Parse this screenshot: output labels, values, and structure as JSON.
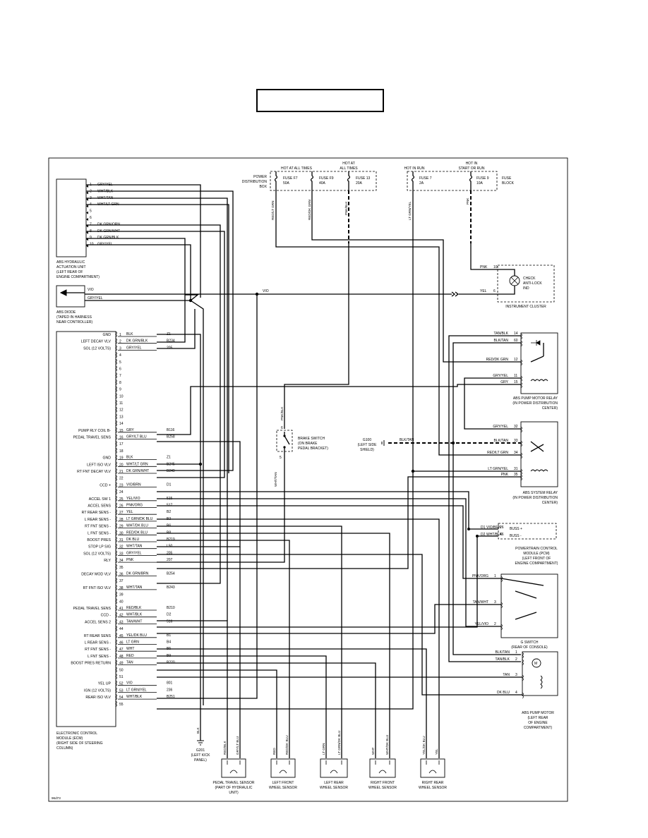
{
  "header": {
    "box_text": ""
  },
  "power": {
    "pdb_label": [
      "POWER",
      "DISTRIBUTION",
      "BOX"
    ],
    "hot_at_all_times_1": "HOT AT ALL TIMES",
    "hot_at_all_times_2": [
      "HOT AT",
      "ALL TIMES"
    ],
    "hot_in_run": "HOT IN RUN",
    "hot_in_start_run": [
      "HOT IN",
      "START OR RUN"
    ],
    "fuse_block_label": [
      "FUSE",
      "BLOCK"
    ],
    "fuses": [
      {
        "name": "FUSE F7",
        "rating": "50A",
        "wire": "RED/LT GRN"
      },
      {
        "name": "FUSE F9",
        "rating": "40A",
        "wire": "RED/DK GRN"
      },
      {
        "name": "FUSE 13",
        "rating": "20A",
        "wire": "PNK/BLK"
      },
      {
        "name": "FUSE 7",
        "rating": "2A",
        "wire": "LT GRN/YEL"
      },
      {
        "name": "FUSE 9",
        "rating": "10A",
        "wire": "PNK"
      }
    ]
  },
  "hcu": {
    "title": [
      "ABS HYDRAULIC",
      "ACTUATION UNIT",
      "(LEFT REAR OF",
      "ENGINE COMPARTMENT)"
    ],
    "pins": [
      {
        "n": "1",
        "wire": "GRY/YEL"
      },
      {
        "n": "2",
        "wire": "WHT/BLK"
      },
      {
        "n": "3",
        "wire": "WHT/TAN"
      },
      {
        "n": "4",
        "wire": "WHT/LT GRN"
      },
      {
        "n": "5",
        "wire": ""
      },
      {
        "n": "6",
        "wire": ""
      },
      {
        "n": "7",
        "wire": "DK GRN/ORN"
      },
      {
        "n": "8",
        "wire": "DK GRN/WHT"
      },
      {
        "n": "9",
        "wire": "DK GRN/BLK"
      },
      {
        "n": "10",
        "wire": "GRY/YEL"
      }
    ]
  },
  "diode": {
    "title": [
      "ABS DIODE",
      "(TAPED IN HARNESS",
      "NEAR CONTROLLER)"
    ],
    "w1": "VIO",
    "w2": "GRY/YEL",
    "vio_mid": "VIO"
  },
  "ecm": {
    "title": [
      "ELECTRONIC CONTROL",
      "MODULE (ECM)",
      "(RIGHT SIDE OF STEERING",
      "COLUMN)"
    ],
    "pins": [
      {
        "n": "1",
        "fn": "GND",
        "wire": "BLK",
        "ckt": "Z1"
      },
      {
        "n": "2",
        "fn": "LEFT DECAY VLV",
        "wire": "DK GRN/BLK",
        "ckt": "B234"
      },
      {
        "n": "3",
        "fn": "SOL (12 VOLTS)",
        "wire": "GRY/YEL",
        "ckt": "205"
      },
      {
        "n": "4",
        "fn": "",
        "wire": "",
        "ckt": ""
      },
      {
        "n": "5",
        "fn": "",
        "wire": "",
        "ckt": ""
      },
      {
        "n": "6",
        "fn": "",
        "wire": "",
        "ckt": ""
      },
      {
        "n": "7",
        "fn": "",
        "wire": "",
        "ckt": ""
      },
      {
        "n": "8",
        "fn": "",
        "wire": "",
        "ckt": ""
      },
      {
        "n": "9",
        "fn": "",
        "wire": "",
        "ckt": ""
      },
      {
        "n": "10",
        "fn": "",
        "wire": "",
        "ckt": ""
      },
      {
        "n": "11",
        "fn": "",
        "wire": "",
        "ckt": ""
      },
      {
        "n": "12",
        "fn": "",
        "wire": "",
        "ckt": ""
      },
      {
        "n": "13",
        "fn": "",
        "wire": "",
        "ckt": ""
      },
      {
        "n": "14",
        "fn": "",
        "wire": "",
        "ckt": ""
      },
      {
        "n": "15",
        "fn": "PUMP RLY COIL B-",
        "wire": "GRY",
        "ckt": "B116"
      },
      {
        "n": "16",
        "fn": "PEDAL TRAVEL SENS",
        "wire": "GRY/LT BLU",
        "ckt": "B258"
      },
      {
        "n": "17",
        "fn": "",
        "wire": "",
        "ckt": ""
      },
      {
        "n": "18",
        "fn": "",
        "wire": "",
        "ckt": ""
      },
      {
        "n": "19",
        "fn": "GND",
        "wire": "BLK",
        "ckt": "Z1"
      },
      {
        "n": "20",
        "fn": "LEFT ISO VLV",
        "wire": "WHT/LT GRN",
        "ckt": "B245"
      },
      {
        "n": "21",
        "fn": "RT FNT DECAY VLV",
        "wire": "DK GRN/WHT",
        "ckt": "B249"
      },
      {
        "n": "22",
        "fn": "",
        "wire": "",
        "ckt": ""
      },
      {
        "n": "23",
        "fn": "CCD +",
        "wire": "VIO/BRN",
        "ckt": "D1"
      },
      {
        "n": "24",
        "fn": "",
        "wire": "",
        "ckt": ""
      },
      {
        "n": "25",
        "fn": "ACCEL SW 1",
        "wire": "YEL/VIO",
        "ckt": "515"
      },
      {
        "n": "26",
        "fn": "ACCEL SENS",
        "wire": "PNK/ORG",
        "ckt": "517"
      },
      {
        "n": "27",
        "fn": "RT REAR SENS -",
        "wire": "YEL",
        "ckt": "B2"
      },
      {
        "n": "28",
        "fn": "L REAR SENS -",
        "wire": "LT GRN/DK BLU",
        "ckt": "B3"
      },
      {
        "n": "29",
        "fn": "RT FNT SENS -",
        "wire": "WHT/DK BLU",
        "ckt": "B6"
      },
      {
        "n": "30",
        "fn": "L FNT SENS -",
        "wire": "RED/DK BLU",
        "ckt": "B8"
      },
      {
        "n": "31",
        "fn": "BOOST PRES",
        "wire": "DK BLU",
        "ckt": "B219"
      },
      {
        "n": "32",
        "fn": "STOP LP SIG",
        "wire": "WHT/TAN",
        "ckt": "L50"
      },
      {
        "n": "33",
        "fn": "SOL (12 VOLTS)",
        "wire": "GRY/YEL",
        "ckt": "205"
      },
      {
        "n": "34",
        "fn": "RLY",
        "wire": "PNK",
        "ckt": "207"
      },
      {
        "n": "35",
        "fn": "",
        "wire": "",
        "ckt": ""
      },
      {
        "n": "36",
        "fn": "DECAY MOD VLV",
        "wire": "DK GRN/BRN",
        "ckt": "B254"
      },
      {
        "n": "37",
        "fn": "",
        "wire": "",
        "ckt": ""
      },
      {
        "n": "38",
        "fn": "RT FNT ISO VLV",
        "wire": "WHT/TAN",
        "ckt": "B243"
      },
      {
        "n": "39",
        "fn": "",
        "wire": "",
        "ckt": ""
      },
      {
        "n": "40",
        "fn": "",
        "wire": "",
        "ckt": ""
      },
      {
        "n": "41",
        "fn": "PEDAL TRAVEL SENS",
        "wire": "RED/BLK",
        "ckt": "B210"
      },
      {
        "n": "42",
        "fn": "CCD -",
        "wire": "WHT/BLK",
        "ckt": "D2"
      },
      {
        "n": "43",
        "fn": "ACCEL SENS 2",
        "wire": "TAN/WHT",
        "ckt": "516"
      },
      {
        "n": "44",
        "fn": "",
        "wire": "",
        "ckt": ""
      },
      {
        "n": "45",
        "fn": "RT REAR SENS",
        "wire": "YEL/DK BLU",
        "ckt": "B1"
      },
      {
        "n": "46",
        "fn": "L REAR SENS -",
        "wire": "LT GRN",
        "ckt": "B4"
      },
      {
        "n": "47",
        "fn": "RT FNT SENS -",
        "wire": "WHT",
        "ckt": "B5"
      },
      {
        "n": "48",
        "fn": "L FNT SENS -",
        "wire": "RED",
        "ckt": "B9"
      },
      {
        "n": "49",
        "fn": "BOOST PRES RETURN",
        "wire": "TAN",
        "ckt": "B220"
      },
      {
        "n": "50",
        "fn": "",
        "wire": "",
        "ckt": ""
      },
      {
        "n": "51",
        "fn": "",
        "wire": "",
        "ckt": ""
      },
      {
        "n": "52",
        "fn": "YEL UP",
        "wire": "VIO",
        "ckt": "801"
      },
      {
        "n": "53",
        "fn": "IGN (12 VOLTS)",
        "wire": "LT GRN/YEL",
        "ckt": "236"
      },
      {
        "n": "54",
        "fn": "REAR ISO VLV",
        "wire": "WHT/BLK",
        "ckt": "B251"
      },
      {
        "n": "55",
        "fn": "",
        "wire": "",
        "ckt": ""
      }
    ]
  },
  "cluster": {
    "title": "INSTRUMENT CLUSTER",
    "pin10": {
      "n": "10",
      "wire": "PNK"
    },
    "pin6": {
      "n": "6",
      "wire": "YEL"
    },
    "lamp": [
      "CHECK",
      "ANTI-LOCK",
      "IND"
    ]
  },
  "pump_relay": {
    "title": [
      "ABS PUMP MOTOR RELAY",
      "(IN POWER DISTRIBUTION",
      "CENTER)"
    ],
    "pins": [
      {
        "n": "14",
        "wire": "TAN/BLK"
      },
      {
        "n": "60",
        "wire": "BLK/TAN"
      },
      {
        "n": "12",
        "wire": "RED/DK GRN"
      },
      {
        "n": "11",
        "wire": "GRY/YEL"
      },
      {
        "n": "15",
        "wire": "GRY"
      }
    ]
  },
  "system_relay": {
    "title": [
      "ABS SYSTEM RELAY",
      "(IN POWER DISTRIBUTION",
      "CENTER)"
    ],
    "pins": [
      {
        "n": "32",
        "wire": "GRY/YEL"
      },
      {
        "n": "33",
        "wire": "BLK/TAN"
      },
      {
        "n": "34",
        "wire": "RED/LT GRN"
      },
      {
        "n": "31",
        "wire": "LT GRN/YEL"
      },
      {
        "n": "35",
        "wire": "PNK"
      }
    ]
  },
  "ground_g100": {
    "title": [
      "G100",
      "(LEFT SIDE",
      "SHIELD)"
    ],
    "wire": "BLK/TAN"
  },
  "brake_switch": {
    "title": [
      "BRAKE SWITCH",
      "(ON BRAKE",
      "PEDAL BRACKET)"
    ],
    "w_top": "PNK/BLK",
    "w_bot": "WHT/TAN",
    "pin6": "6",
    "pin5": "5"
  },
  "pcm": {
    "title": [
      "POWERTRAIN CONTROL",
      "MODULE (PCM)",
      "(LEFT FRONT OF",
      "ENGINE COMPARTMENT)"
    ],
    "rows": [
      {
        "ckt": "D1",
        "wire": "VIO/BRN",
        "n": "26",
        "fn": "BUSS +"
      },
      {
        "ckt": "D2",
        "wire": "WHT/BLK",
        "n": "46",
        "fn": "BUSS -"
      }
    ]
  },
  "gswitch": {
    "title": [
      "G SWITCH",
      "(REAR OF CONSOLE)"
    ],
    "pins": [
      {
        "n": "1",
        "wire": "PNK/ORG"
      },
      {
        "n": "3",
        "wire": "TAN/WHT"
      },
      {
        "n": "2",
        "wire": "YEL/VIO"
      }
    ]
  },
  "pump_motor": {
    "title": [
      "ABS PUMP MOTOR",
      "(LEFT REAR",
      "OF ENGINE",
      "COMPARTMENT)"
    ],
    "pins": [
      {
        "n": "1",
        "wire": "BLK/TAN"
      },
      {
        "n": "2",
        "wire": "TAN/BLK"
      },
      {
        "n": "3",
        "wire": "TAN"
      },
      {
        "n": "4",
        "wire": "DK BLU"
      }
    ]
  },
  "g201": {
    "title": [
      "G201",
      "(LEFT KICK",
      "PANEL)"
    ],
    "wire": "BLK"
  },
  "sensors": [
    {
      "title": [
        "PEDAL TRAVEL SENSOR",
        "(PART OF HYDRAULIC",
        "UNIT)"
      ],
      "w1": "RED/BLK",
      "w2": "GRY/LT BLU"
    },
    {
      "title": [
        "LEFT FRONT",
        "WHEEL SENSOR"
      ],
      "w1": "RED",
      "w2": "RED/DK BLU"
    },
    {
      "title": [
        "LEFT REAR",
        "WHEEL SENSOR"
      ],
      "w1": "LT GRN",
      "w2": "LT GRN/DK BLU"
    },
    {
      "title": [
        "RIGHT FRONT",
        "WHEEL SENSOR"
      ],
      "w1": "WHT",
      "w2": "WHT/DK BLU"
    },
    {
      "title": [
        "RIGHT REAR",
        "WHEEL SENSOR"
      ],
      "w1": "YEL/DK BLU",
      "w2": "YEL"
    }
  ],
  "footer": {
    "code": "96d73"
  }
}
